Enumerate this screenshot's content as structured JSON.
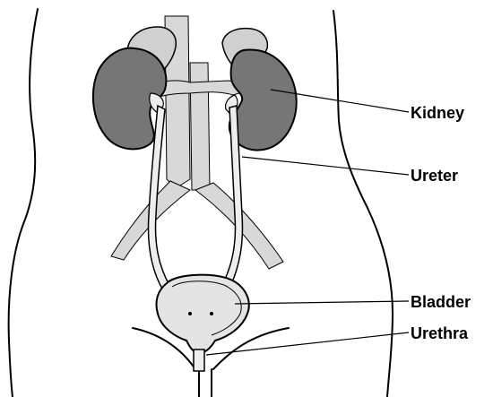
{
  "labels": {
    "kidney": "Kidney",
    "ureter": "Ureter",
    "bladder": "Bladder",
    "urethra": "Urethra"
  },
  "colors": {
    "outline": "#000000",
    "kidney_fill": "#767676",
    "vessel_fill": "#d8d8d8",
    "adrenal_fill": "#d0d0d0",
    "ureter_fill": "#eeeeee",
    "bladder_fill": "#e4e4e4",
    "background": "#ffffff"
  }
}
